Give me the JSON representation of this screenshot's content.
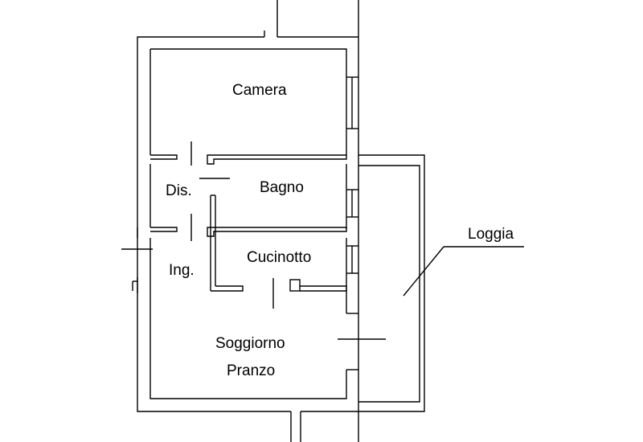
{
  "plan": {
    "rooms": {
      "camera": "Camera",
      "bagno": "Bagno",
      "disimpegno": "Dis.",
      "ingresso": "Ing.",
      "cucinotto": "Cucinotto",
      "soggiorno_line1": "Soggiorno",
      "soggiorno_line2": "Pranzo",
      "loggia": "Loggia"
    }
  }
}
